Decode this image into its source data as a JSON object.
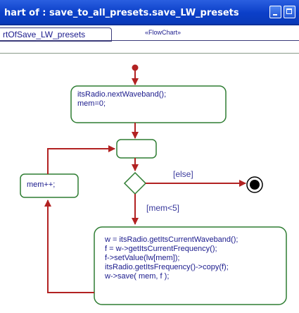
{
  "window": {
    "title": "hart of : save_to_all_presets.save_LW_presets"
  },
  "tab": {
    "label": "rtOfSave_LW_presets",
    "stereotype": "«FlowChart»"
  },
  "flowchart": {
    "action_init": [
      "itsRadio.nextWaveband();",
      "mem=0;"
    ],
    "action_increment": [
      "mem++;"
    ],
    "action_body": [
      "w = itsRadio.getItsCurrentWaveband();",
      "f = w->getItsCurrentFrequency();",
      "f->setValue(lw[mem]);",
      "itsRadio.getItsFrequency()->copy(f);",
      "w->save( mem, f );"
    ],
    "guard_else": "[else]",
    "guard_loop": "[mem<5]"
  },
  "colors": {
    "titlebar": "#0b3fc8",
    "node_border": "#2e7d32",
    "arrow": "#b22222",
    "text": "#1a1a8c"
  }
}
